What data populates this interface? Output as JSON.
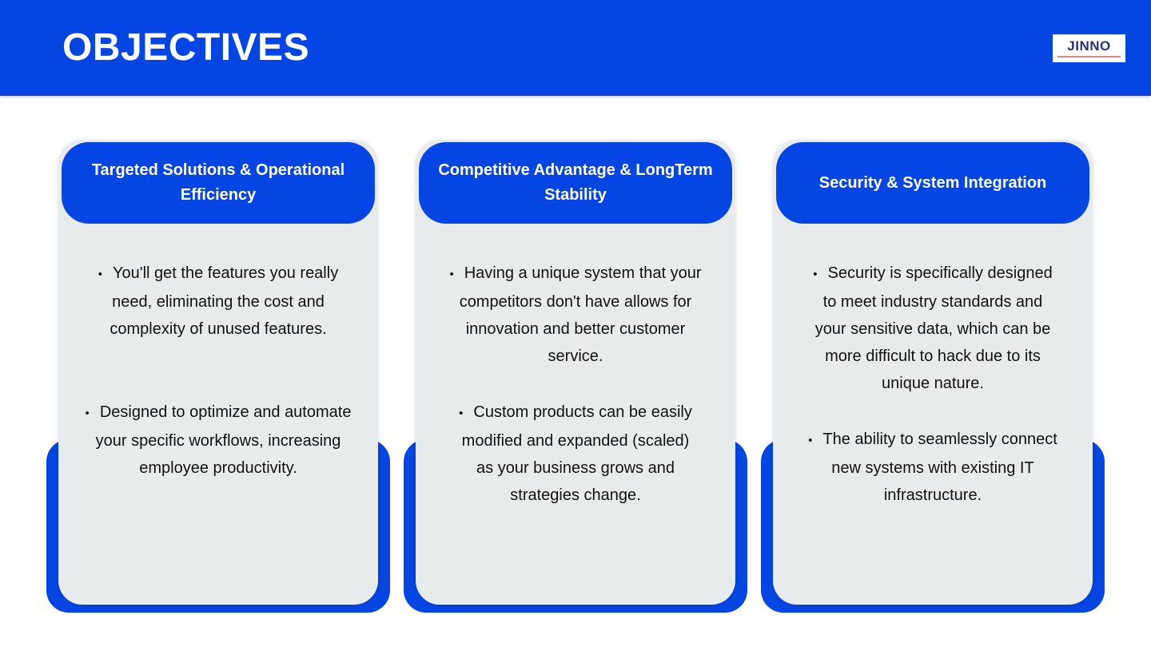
{
  "slide": {
    "title": "OBJECTIVES"
  },
  "logo": {
    "text": "JINNO"
  },
  "bullet_char": "•",
  "colors": {
    "accent": "#0545E3",
    "card-bg": "#E8EBEC",
    "logo-navy": "#283273",
    "logo-underline": "#DE8784",
    "body-text": "#121212"
  },
  "cards": [
    {
      "title": "Targeted Solutions & Operational Efficiency",
      "bullets": [
        {
          "text": "You'll get the features you really need, eliminating the cost and complexity of unused features.",
          "lines": [
            "You'll get the features you really",
            "need, eliminating the cost and",
            "complexity of unused features."
          ]
        },
        {
          "text": "Designed to optimize and automate your specific workflows, increasing employee productivity.",
          "lines": [
            "Designed to optimize and automate",
            "your specific workflows, increasing",
            "employee productivity."
          ]
        }
      ]
    },
    {
      "title": "Competitive Advantage & LongTerm Stability",
      "bullets": [
        {
          "text": "Having a unique system that your competitors don't have allows for innovation and better customer service.",
          "lines": [
            "Having a unique system that your",
            "competitors don't have allows for",
            "innovation and better customer",
            "service."
          ]
        },
        {
          "text": "Custom products can be easily modified and expanded (scaled) as your business grows and strategies change.",
          "lines": [
            "Custom products can be easily",
            "modified and expanded (scaled)",
            "as your business grows and",
            "strategies change."
          ]
        }
      ]
    },
    {
      "title": "Security & System Integration",
      "bullets": [
        {
          "text": "Security is specifically designed to meet industry standards and your sensitive data, which can be more difficult to hack due to its unique nature.",
          "lines": [
            "Security is specifically designed",
            "to meet industry standards and",
            "your sensitive data, which can be",
            "more difficult to hack due to its",
            "unique nature."
          ]
        },
        {
          "text": "The ability to seamlessly connect new systems with existing IT infrastructure.",
          "lines": [
            "The ability to seamlessly connect",
            "new systems with existing IT",
            "infrastructure."
          ]
        }
      ]
    }
  ]
}
